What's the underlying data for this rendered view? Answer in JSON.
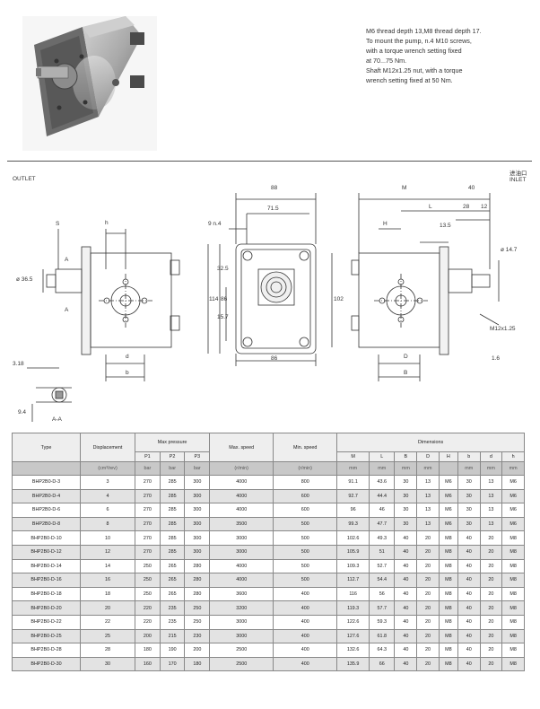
{
  "notes": [
    "M6 thread depth 13,M8 thread depth 17.",
    "To mount the pump, n.4 M10 screws,",
    "with a torque wrench setting fixed",
    "at 70...75 Nm.",
    "Shaft M12x1.25 nut, with a torque",
    "wrench setting fixed at 50 Nm."
  ],
  "labels": {
    "outlet": "OUTLET",
    "inlet_cn": "进油口",
    "inlet": "INLET"
  },
  "dims": {
    "d88": "88",
    "d715": "71.5",
    "d9n4": "9 n.4",
    "d114": "114",
    "d86v": "86",
    "d325": "32.5",
    "d157": "15.7",
    "d86h": "86",
    "dM": "M",
    "d40": "40",
    "dL": "L",
    "d28": "28",
    "d12": "12",
    "dH": "H",
    "d135": "13.5",
    "d102": "102",
    "d147": "ø 14.7",
    "dM12": "M12x1.25",
    "d16": "1.6",
    "dD": "D",
    "dB": "B",
    "dd": "d",
    "db": "b",
    "dS": "S",
    "dh": "h",
    "dA1": "A",
    "dA2": "A",
    "d365": "ø 36.5",
    "d318": "3.18",
    "d94": "9.4",
    "dAA": "A-A"
  },
  "table": {
    "h_type": "Type",
    "h_disp": "Displacement",
    "h_maxp": "Max pressure",
    "h_maxs": "Max. speed",
    "h_mins": "Min. speed",
    "h_dims": "Dimensions",
    "p_cols": [
      "P1",
      "P2",
      "P3"
    ],
    "dim_cols": [
      "M",
      "L",
      "B",
      "D",
      "H",
      "b",
      "d",
      "h"
    ],
    "units": [
      "(cm³/rev)",
      "bar",
      "bar",
      "bar",
      "(r/min)",
      "(r/min)",
      "mm",
      "mm",
      "mm",
      "mm",
      "mm",
      "mm",
      "mm"
    ],
    "rows": [
      [
        "BHP2B0-D-3",
        "3",
        "270",
        "285",
        "300",
        "4000",
        "800",
        "91.1",
        "43.6",
        "30",
        "13",
        "M6",
        "30",
        "13",
        "M6"
      ],
      [
        "BHP2B0-D-4",
        "4",
        "270",
        "285",
        "300",
        "4000",
        "600",
        "92.7",
        "44.4",
        "30",
        "13",
        "M6",
        "30",
        "13",
        "M6"
      ],
      [
        "BHP2B0-D-6",
        "6",
        "270",
        "285",
        "300",
        "4000",
        "600",
        "96",
        "46",
        "30",
        "13",
        "M6",
        "30",
        "13",
        "M6"
      ],
      [
        "BHP2B0-D-8",
        "8",
        "270",
        "285",
        "300",
        "3500",
        "500",
        "99.3",
        "47.7",
        "30",
        "13",
        "M6",
        "30",
        "13",
        "M6"
      ],
      [
        "BHP2B0-D-10",
        "10",
        "270",
        "285",
        "300",
        "3000",
        "500",
        "102.6",
        "49.3",
        "40",
        "20",
        "M8",
        "40",
        "20",
        "M8"
      ],
      [
        "BHP2B0-D-12",
        "12",
        "270",
        "285",
        "300",
        "3000",
        "500",
        "105.9",
        "51",
        "40",
        "20",
        "M8",
        "40",
        "20",
        "M8"
      ],
      [
        "BHP2B0-D-14",
        "14",
        "250",
        "265",
        "280",
        "4000",
        "500",
        "109.3",
        "52.7",
        "40",
        "20",
        "M8",
        "40",
        "20",
        "M8"
      ],
      [
        "BHP2B0-D-16",
        "16",
        "250",
        "265",
        "280",
        "4000",
        "500",
        "112.7",
        "54.4",
        "40",
        "20",
        "M8",
        "40",
        "20",
        "M8"
      ],
      [
        "BHP2B0-D-18",
        "18",
        "250",
        "265",
        "280",
        "3600",
        "400",
        "116",
        "56",
        "40",
        "20",
        "M8",
        "40",
        "20",
        "M8"
      ],
      [
        "BHP2B0-D-20",
        "20",
        "220",
        "235",
        "250",
        "3200",
        "400",
        "119.3",
        "57.7",
        "40",
        "20",
        "M8",
        "40",
        "20",
        "M8"
      ],
      [
        "BHP2B0-D-22",
        "22",
        "220",
        "235",
        "250",
        "3000",
        "400",
        "122.6",
        "59.3",
        "40",
        "20",
        "M8",
        "40",
        "20",
        "M8"
      ],
      [
        "BHP2B0-D-25",
        "25",
        "200",
        "215",
        "230",
        "3000",
        "400",
        "127.6",
        "61.8",
        "40",
        "20",
        "M8",
        "40",
        "20",
        "M8"
      ],
      [
        "BHP2B0-D-28",
        "28",
        "180",
        "190",
        "200",
        "2500",
        "400",
        "132.6",
        "64.3",
        "40",
        "20",
        "M8",
        "40",
        "20",
        "M8"
      ],
      [
        "BHP2B0-D-30",
        "30",
        "160",
        "170",
        "180",
        "2500",
        "400",
        "135.9",
        "66",
        "40",
        "20",
        "M8",
        "40",
        "20",
        "M8"
      ]
    ]
  }
}
